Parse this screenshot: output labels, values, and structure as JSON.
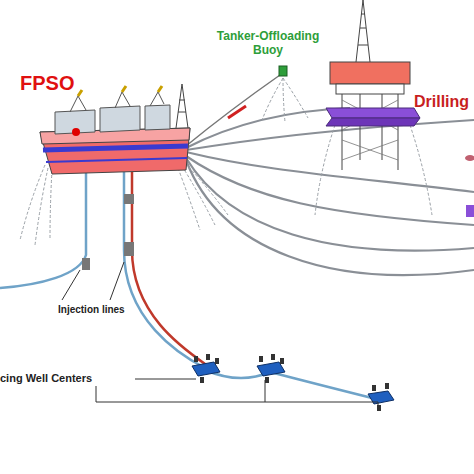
{
  "diagram": {
    "labels": [
      "FPSO",
      "Tanker-Offloading Buoy",
      "Drilling",
      "Injection lines",
      "cing Well Centers"
    ]
  }
}
